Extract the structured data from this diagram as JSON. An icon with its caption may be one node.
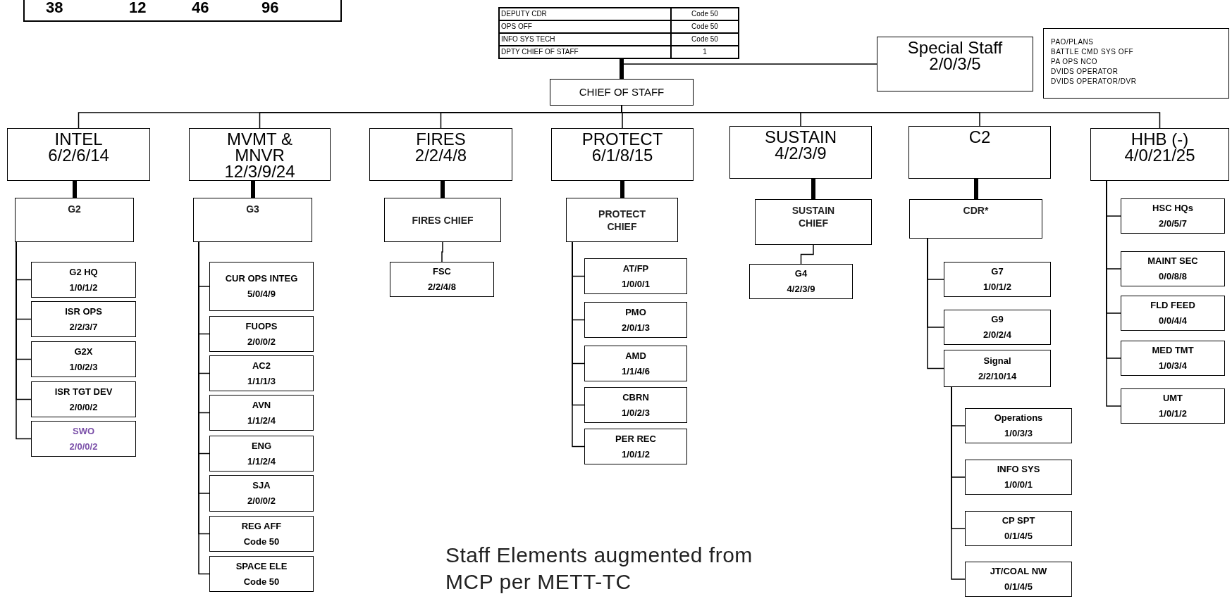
{
  "diagram": {
    "nodes": [
      {
        "text": [
          "38",
          "12",
          "46",
          "96"
        ]
      },
      {
        "text": [
          "DEPUTY CDR",
          "Code 50",
          "OPS OFF",
          "Code 50",
          "INFO SYS TECH",
          "Code 50",
          "DPTY CHIEF OF STAFF",
          "1"
        ]
      },
      {
        "text": [
          "Special Staff",
          "2/0/3/5"
        ]
      },
      {
        "text": [
          "PAO/PLANS",
          "BATTLE CMD SYS OFF",
          "PA OPS NCO",
          "DVIDS OPERATOR",
          "DVIDS OPERATOR/DVR"
        ]
      },
      {
        "text": [
          "CHIEF OF STAFF"
        ]
      },
      {
        "text": [
          "INTEL",
          "6/2/6/14"
        ]
      },
      {
        "text": [
          "MVMT & MNVR",
          "12/3/9/24"
        ]
      },
      {
        "text": [
          "FIRES",
          "2/2/4/8"
        ]
      },
      {
        "text": [
          "PROTECT",
          "6/1/8/15"
        ]
      },
      {
        "text": [
          "SUSTAIN",
          "4/2/3/9"
        ]
      },
      {
        "text": [
          "C2"
        ]
      },
      {
        "text": [
          "HHB (-)",
          "4/0/21/25"
        ]
      },
      {
        "text": [
          "G2"
        ]
      },
      {
        "text": [
          "G2 HQ",
          "1/0/1/2"
        ]
      },
      {
        "text": [
          "ISR OPS",
          "2/2/3/7"
        ]
      },
      {
        "text": [
          "G2X",
          "1/0/2/3"
        ]
      },
      {
        "text": [
          "ISR TGT DEV",
          "2/0/0/2"
        ]
      },
      {
        "text": [
          "SWO",
          "2/0/0/2"
        ]
      },
      {
        "text": [
          "G3"
        ]
      },
      {
        "text": [
          "CUR OPS INTEG",
          "5/0/4/9"
        ]
      },
      {
        "text": [
          "FUOPS",
          "2/0/0/2"
        ]
      },
      {
        "text": [
          "AC2",
          "1/1/1/3"
        ]
      },
      {
        "text": [
          "AVN",
          "1/1/2/4"
        ]
      },
      {
        "text": [
          "ENG",
          "1/1/2/4"
        ]
      },
      {
        "text": [
          "SJA",
          "2/0/0/2"
        ]
      },
      {
        "text": [
          "REG AFF",
          "Code 50"
        ]
      },
      {
        "text": [
          "SPACE ELE",
          "Code 50"
        ]
      },
      {
        "text": [
          "FIRES CHIEF"
        ]
      },
      {
        "text": [
          "FSC",
          "2/2/4/8"
        ]
      },
      {
        "text": [
          "PROTECT CHIEF"
        ]
      },
      {
        "text": [
          "AT/FP",
          "1/0/0/1"
        ]
      },
      {
        "text": [
          "PMO",
          "2/0/1/3"
        ]
      },
      {
        "text": [
          "AMD",
          "1/1/4/6"
        ]
      },
      {
        "text": [
          "CBRN",
          "1/0/2/3"
        ]
      },
      {
        "text": [
          "PER REC",
          "1/0/1/2"
        ]
      },
      {
        "text": [
          "SUSTAIN CHIEF"
        ]
      },
      {
        "text": [
          "G4",
          "4/2/3/9"
        ]
      },
      {
        "text": [
          "CDR*"
        ]
      },
      {
        "text": [
          "G7",
          "1/0/1/2"
        ]
      },
      {
        "text": [
          "G9",
          "2/0/2/4"
        ]
      },
      {
        "text": [
          "Signal",
          "2/2/10/14"
        ]
      },
      {
        "text": [
          "Operations",
          "1/0/3/3"
        ]
      },
      {
        "text": [
          "INFO SYS",
          "1/0/0/1"
        ]
      },
      {
        "text": [
          "CP SPT",
          "0/1/4/5"
        ]
      },
      {
        "text": [
          "JT/COAL NW",
          "0/1/4/5"
        ]
      },
      {
        "text": [
          "HSC HQs",
          "2/0/5/7"
        ]
      },
      {
        "text": [
          "MAINT SEC",
          "0/0/8/8"
        ]
      },
      {
        "text": [
          "FLD FEED",
          "0/0/4/4"
        ]
      },
      {
        "text": [
          "MED TMT",
          "1/0/3/4"
        ]
      },
      {
        "text": [
          "UMT",
          "1/0/1/2"
        ]
      }
    ],
    "edges": [
      {
        "from": 1,
        "to": 4,
        "arrow": "none",
        "style": "thick"
      },
      {
        "from": 1,
        "to": 2,
        "arrow": "none"
      },
      {
        "from": 4,
        "to": 5,
        "arrow": "none"
      },
      {
        "from": 4,
        "to": 6,
        "arrow": "none"
      },
      {
        "from": 4,
        "to": 7,
        "arrow": "none"
      },
      {
        "from": 4,
        "to": 8,
        "arrow": "none"
      },
      {
        "from": 4,
        "to": 9,
        "arrow": "none"
      },
      {
        "from": 4,
        "to": 10,
        "arrow": "none"
      },
      {
        "from": 4,
        "to": 11,
        "arrow": "none"
      },
      {
        "from": 5,
        "to": 12,
        "arrow": "none",
        "style": "thick"
      },
      {
        "from": 6,
        "to": 18,
        "arrow": "none",
        "style": "thick"
      },
      {
        "from": 7,
        "to": 27,
        "arrow": "none",
        "style": "thick"
      },
      {
        "from": 8,
        "to": 29,
        "arrow": "none",
        "style": "thick"
      },
      {
        "from": 9,
        "to": 35,
        "arrow": "none",
        "style": "thick"
      },
      {
        "from": 10,
        "to": 37,
        "arrow": "none",
        "style": "thick"
      },
      {
        "from": 12,
        "to": 13,
        "arrow": "none"
      },
      {
        "from": 12,
        "to": 14,
        "arrow": "none"
      },
      {
        "from": 12,
        "to": 15,
        "arrow": "none"
      },
      {
        "from": 12,
        "to": 16,
        "arrow": "none"
      },
      {
        "from": 12,
        "to": 17,
        "arrow": "none"
      },
      {
        "from": 18,
        "to": 19,
        "arrow": "none"
      },
      {
        "from": 18,
        "to": 20,
        "arrow": "none"
      },
      {
        "from": 18,
        "to": 21,
        "arrow": "none"
      },
      {
        "from": 18,
        "to": 22,
        "arrow": "none"
      },
      {
        "from": 18,
        "to": 23,
        "arrow": "none"
      },
      {
        "from": 18,
        "to": 24,
        "arrow": "none"
      },
      {
        "from": 18,
        "to": 25,
        "arrow": "none"
      },
      {
        "from": 18,
        "to": 26,
        "arrow": "none"
      },
      {
        "from": 27,
        "to": 28,
        "arrow": "none"
      },
      {
        "from": 29,
        "to": 30,
        "arrow": "none"
      },
      {
        "from": 29,
        "to": 31,
        "arrow": "none"
      },
      {
        "from": 29,
        "to": 32,
        "arrow": "none"
      },
      {
        "from": 29,
        "to": 33,
        "arrow": "none"
      },
      {
        "from": 29,
        "to": 34,
        "arrow": "none"
      },
      {
        "from": 35,
        "to": 36,
        "arrow": "none"
      },
      {
        "from": 37,
        "to": 38,
        "arrow": "none"
      },
      {
        "from": 37,
        "to": 39,
        "arrow": "none"
      },
      {
        "from": 37,
        "to": 40,
        "arrow": "none"
      },
      {
        "from": 40,
        "to": 41,
        "arrow": "none"
      },
      {
        "from": 40,
        "to": 42,
        "arrow": "none"
      },
      {
        "from": 40,
        "to": 43,
        "arrow": "none"
      },
      {
        "from": 40,
        "to": 44,
        "arrow": "none"
      },
      {
        "from": 11,
        "to": 45,
        "arrow": "none"
      },
      {
        "from": 11,
        "to": 46,
        "arrow": "none"
      },
      {
        "from": 11,
        "to": 47,
        "arrow": "none"
      },
      {
        "from": 11,
        "to": 48,
        "arrow": "none"
      },
      {
        "from": 11,
        "to": 49,
        "arrow": "none"
      }
    ],
    "labels": [
      "Staff Elements augmented from MCP per METT-TC"
    ]
  }
}
